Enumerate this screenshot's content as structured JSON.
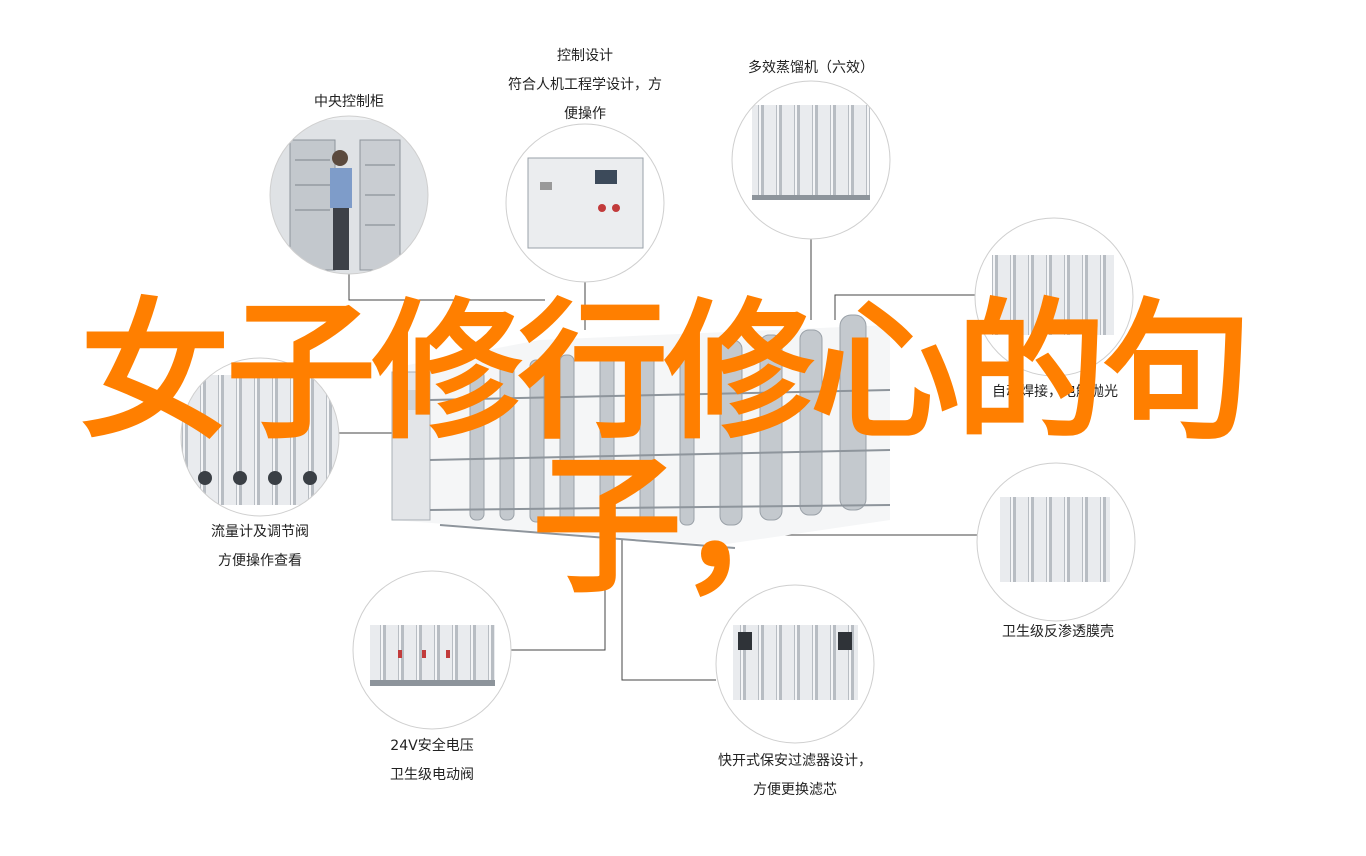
{
  "headline": {
    "line1": "女子修行修心的句",
    "line2": "子，"
  },
  "callouts": [
    {
      "id": "central-control-cabinet",
      "lines": [
        "中央控制柜"
      ]
    },
    {
      "id": "control-design",
      "lines": [
        "控制设计",
        "符合人机工程学设计，方",
        "便操作"
      ]
    },
    {
      "id": "multi-effect-still",
      "lines": [
        "多效蒸馏机（六效）"
      ]
    },
    {
      "id": "automatic-welding",
      "lines": [
        "自动焊接，电解抛光"
      ]
    },
    {
      "id": "flowmeter-valve",
      "lines": [
        "流量计及调节阀",
        "方便操作查看"
      ]
    },
    {
      "id": "ro-membrane-shell",
      "lines": [
        "卫生级反渗透膜壳"
      ]
    },
    {
      "id": "safety-solenoid-valve",
      "lines": [
        "24V安全电压",
        "卫生级电动阀"
      ]
    },
    {
      "id": "quick-filter",
      "lines": [
        "快开式保安过滤器设计，",
        "方便更换滤芯"
      ]
    }
  ],
  "colors": {
    "headline": "#ff7f00",
    "line": "#444444",
    "circle": "#cccccc",
    "steel": "#b9bec4",
    "text": "#222222"
  }
}
